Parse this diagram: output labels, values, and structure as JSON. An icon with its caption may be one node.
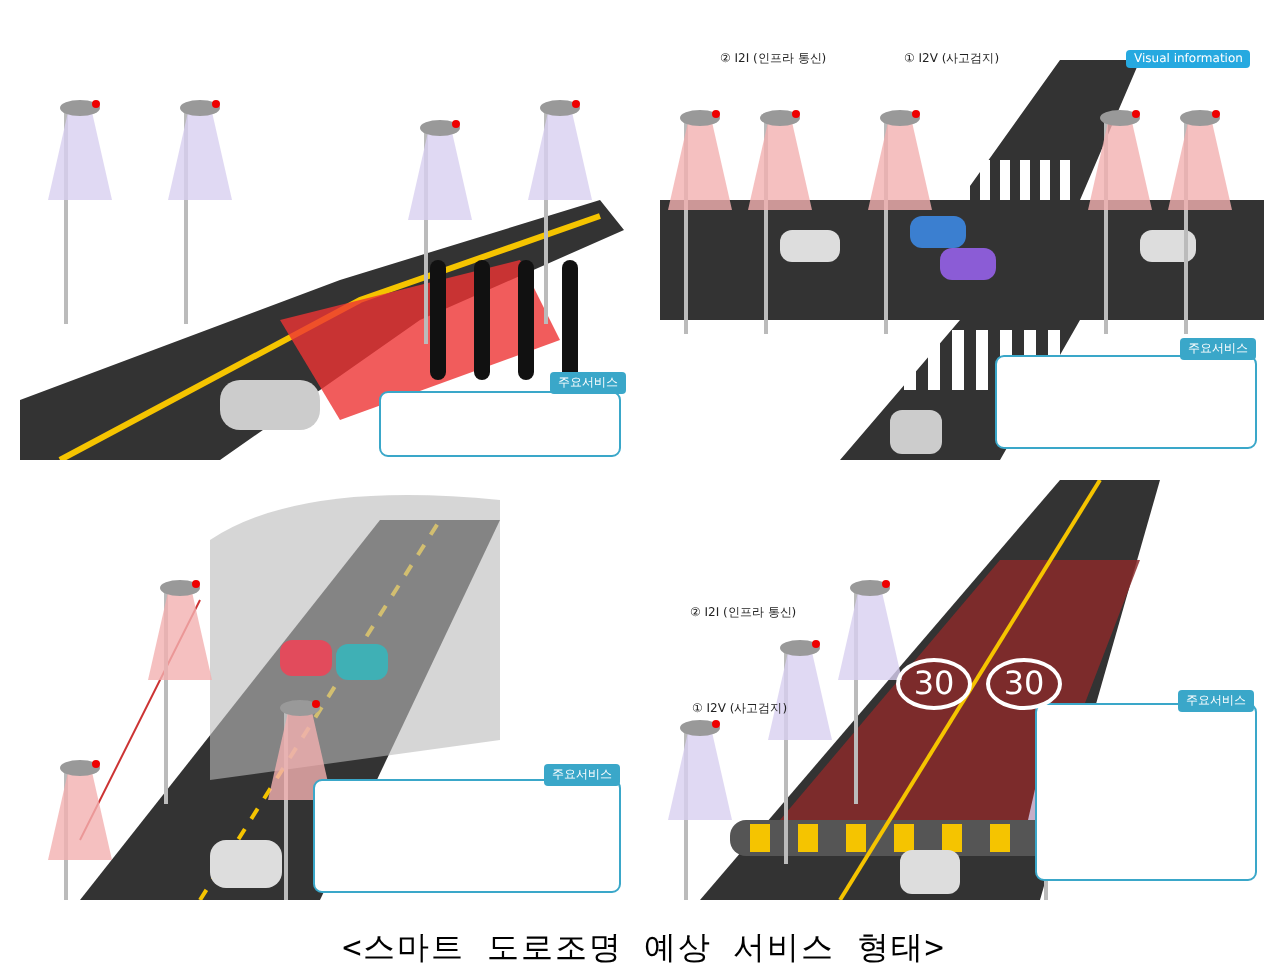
{
  "diagram": {
    "caption": "<스마트 도로조명 예상 서비스 형태>",
    "labels": [
      "주요서비스",
      "② I2I (인프라 통신)",
      "① I2V (사고검지)",
      "Visual information",
      "주요서비스",
      "주요서비스",
      "② I2I (인프라 통신)",
      "30",
      "30",
      "① I2V (사고검지)",
      "주요서비스"
    ]
  }
}
